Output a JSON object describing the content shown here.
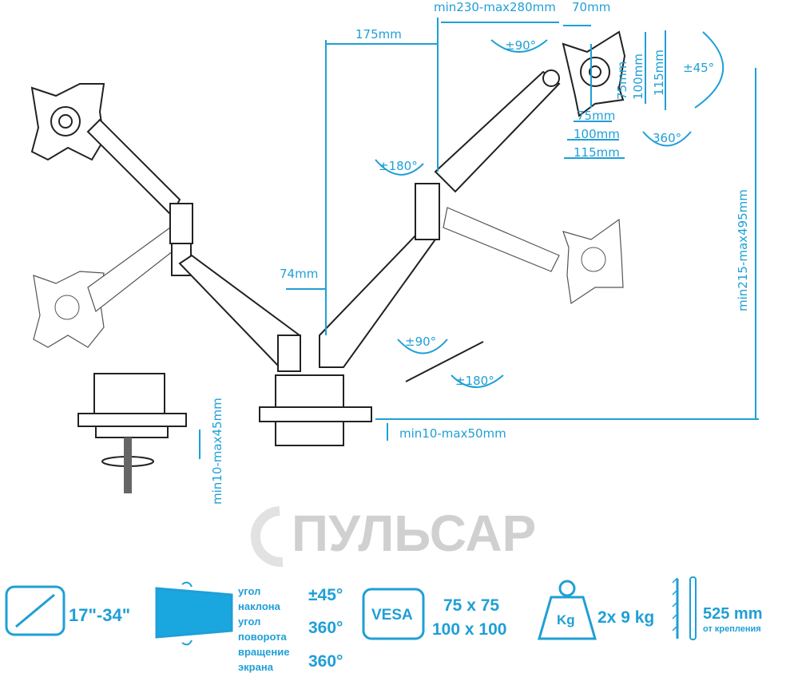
{
  "colors": {
    "accent": "#1f9fd6",
    "line": "#222222",
    "watermark": "#d9d9d9"
  },
  "watermark": "ПУЛЬСАР",
  "dimensions": {
    "arm_offset": "175mm",
    "arm_length": "min230-max280mm",
    "head_depth": "70mm",
    "swivel_top": "±90°",
    "vesa_v_75": "75mm",
    "vesa_v_100": "100mm",
    "vesa_v_115": "115mm",
    "tilt": "±45°",
    "vesa_h_75": "75mm",
    "vesa_h_100": "100mm",
    "vesa_h_115": "115mm",
    "rotation": "360°",
    "arm_rotation": "±180°",
    "height_range": "min215-max495mm",
    "pole_offset": "74mm",
    "base_swivel": "±90°",
    "base_rotation": "±180°",
    "clamp_thickness": "min10-max50mm",
    "grommet_thickness": "min10-max45mm"
  },
  "specs": {
    "screen_size": "17\"-34\"",
    "tilt_label_1": "угол",
    "tilt_label_2": "наклона",
    "tilt_value": "±45°",
    "swivel_label_1": "угол",
    "swivel_label_2": "поворота",
    "swivel_value": "360°",
    "rotate_label_1": "вращение",
    "rotate_label_2": "экрана",
    "rotate_value": "360°",
    "vesa_badge": "VESA",
    "vesa_1": "75 x 75",
    "vesa_2": "100 x 100",
    "weight_badge": "Kg",
    "weight": "2x 9 kg",
    "reach": "525 mm",
    "reach_note": "от крепления"
  }
}
